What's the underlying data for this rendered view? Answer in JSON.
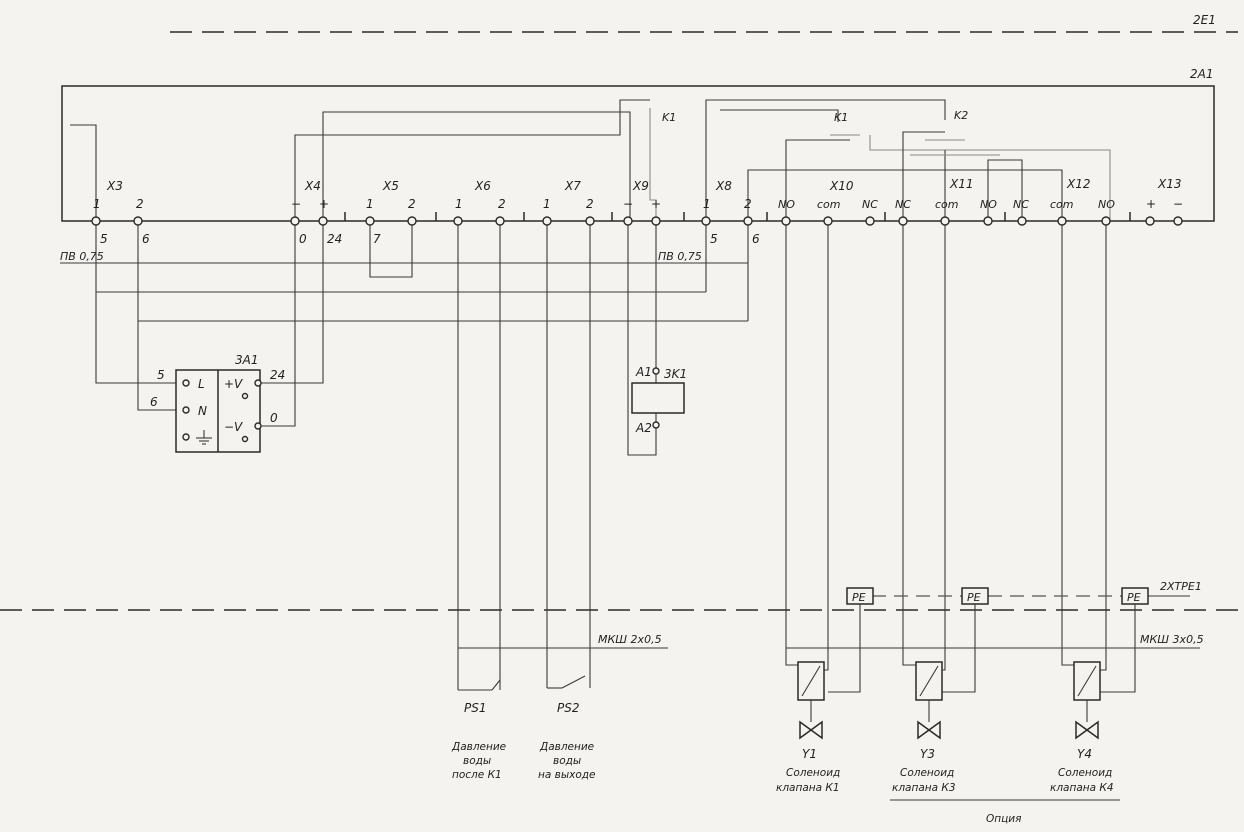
{
  "sheet_labels": {
    "outer_block": "2E1",
    "inner_block": "2A1",
    "pe_bus": "2XTPE1",
    "cable_left": "МКШ 2х0,5",
    "cable_right": "МКШ 3х0,5",
    "wire_left": "ПВ 0,75",
    "wire_right": "ПВ 0,75",
    "option": "Опция"
  },
  "relay_contacts": {
    "k1_left": "K1",
    "k1_right": "K1",
    "k2": "K2"
  },
  "connectors": {
    "x3": {
      "name": "X3",
      "pins": [
        "1",
        "2"
      ],
      "wires": [
        "5",
        "6"
      ]
    },
    "x4": {
      "name": "X4",
      "pins": [
        "−",
        "+"
      ],
      "wires": [
        "0",
        "24"
      ]
    },
    "x5": {
      "name": "X5",
      "pins": [
        "1",
        "2"
      ],
      "wires": [
        "7"
      ]
    },
    "x6": {
      "name": "X6",
      "pins": [
        "1",
        "2"
      ]
    },
    "x7": {
      "name": "X7",
      "pins": [
        "1",
        "2"
      ]
    },
    "x9": {
      "name": "X9",
      "pins": [
        "−",
        "+"
      ]
    },
    "x8": {
      "name": "X8",
      "pins": [
        "1",
        "2"
      ],
      "wires": [
        "5",
        "6"
      ]
    },
    "x10": {
      "name": "X10",
      "pins": [
        "NO",
        "com",
        "NC"
      ]
    },
    "x11": {
      "name": "X11",
      "pins": [
        "NC",
        "com",
        "NO",
        "NC"
      ]
    },
    "x12": {
      "name": "X12",
      "pins": [
        "com",
        "NO"
      ]
    },
    "x13": {
      "name": "X13",
      "pins": [
        "+",
        "−"
      ]
    }
  },
  "power_supply": {
    "name": "3A1",
    "inputs": [
      "L",
      "N"
    ],
    "outputs": [
      "+V",
      "−V"
    ],
    "in_wires": [
      "5",
      "6"
    ],
    "out_wires": [
      "24",
      "0"
    ]
  },
  "relay_coil": {
    "name": "3K1",
    "pins": [
      "A1",
      "A2"
    ]
  },
  "pe_terminals": [
    "PE",
    "PE",
    "PE"
  ],
  "pressure_switches": [
    {
      "name": "PS1",
      "caption": [
        "Давление",
        "воды",
        "после К1"
      ]
    },
    {
      "name": "PS2",
      "caption": [
        "Давление",
        "воды",
        "на выходе"
      ]
    }
  ],
  "solenoids": [
    {
      "name": "Y1",
      "caption": [
        "Соленоид",
        "клапана К1"
      ]
    },
    {
      "name": "Y3",
      "caption": [
        "Соленоид",
        "клапана К3"
      ]
    },
    {
      "name": "Y4",
      "caption": [
        "Соленоид",
        "клапана К4"
      ]
    }
  ]
}
